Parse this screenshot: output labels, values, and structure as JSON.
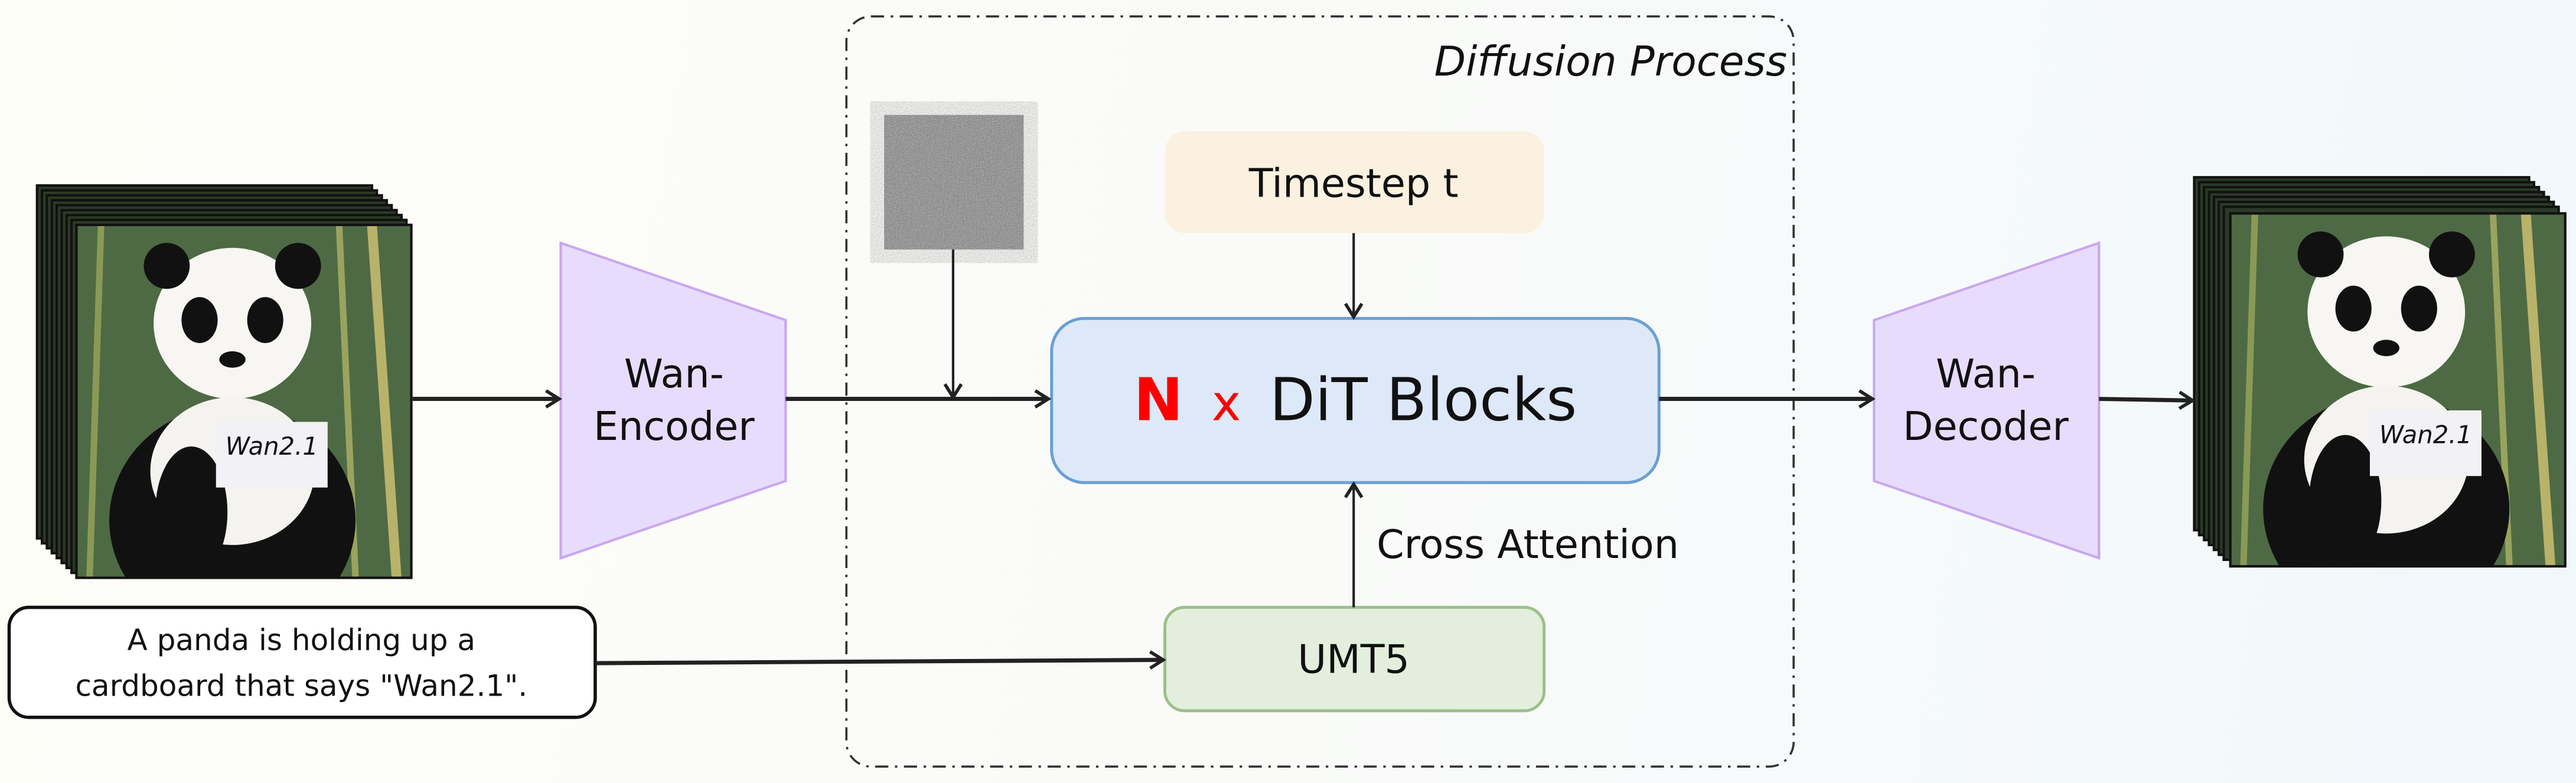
{
  "diffusion_process": {
    "title": "Diffusion Process"
  },
  "timestep": {
    "label": "Timestep t"
  },
  "dit": {
    "n": "N",
    "x": "x",
    "label": "DiT Blocks"
  },
  "umt5": {
    "label": "UMT5"
  },
  "cross_attention": {
    "label": "Cross Attention"
  },
  "encoder": {
    "line1": "Wan-",
    "line2": "Encoder"
  },
  "decoder": {
    "line1": "Wan-",
    "line2": "Decoder"
  },
  "prompt": {
    "line1": "A panda is holding up a",
    "line2": "cardboard that says \"Wan2.1\"."
  },
  "panda_sign": "Wan2.1",
  "colors": {
    "encoder_fill": "#e8dcfc",
    "encoder_stroke": "#c9a7f0",
    "dit_fill": "#dde9f8",
    "dit_stroke": "#6a9fd3",
    "timestep_fill": "#faf1e0",
    "umt5_fill": "#e3efdc",
    "umt5_stroke": "#9cc08a",
    "accent_red": "#ff0000"
  }
}
